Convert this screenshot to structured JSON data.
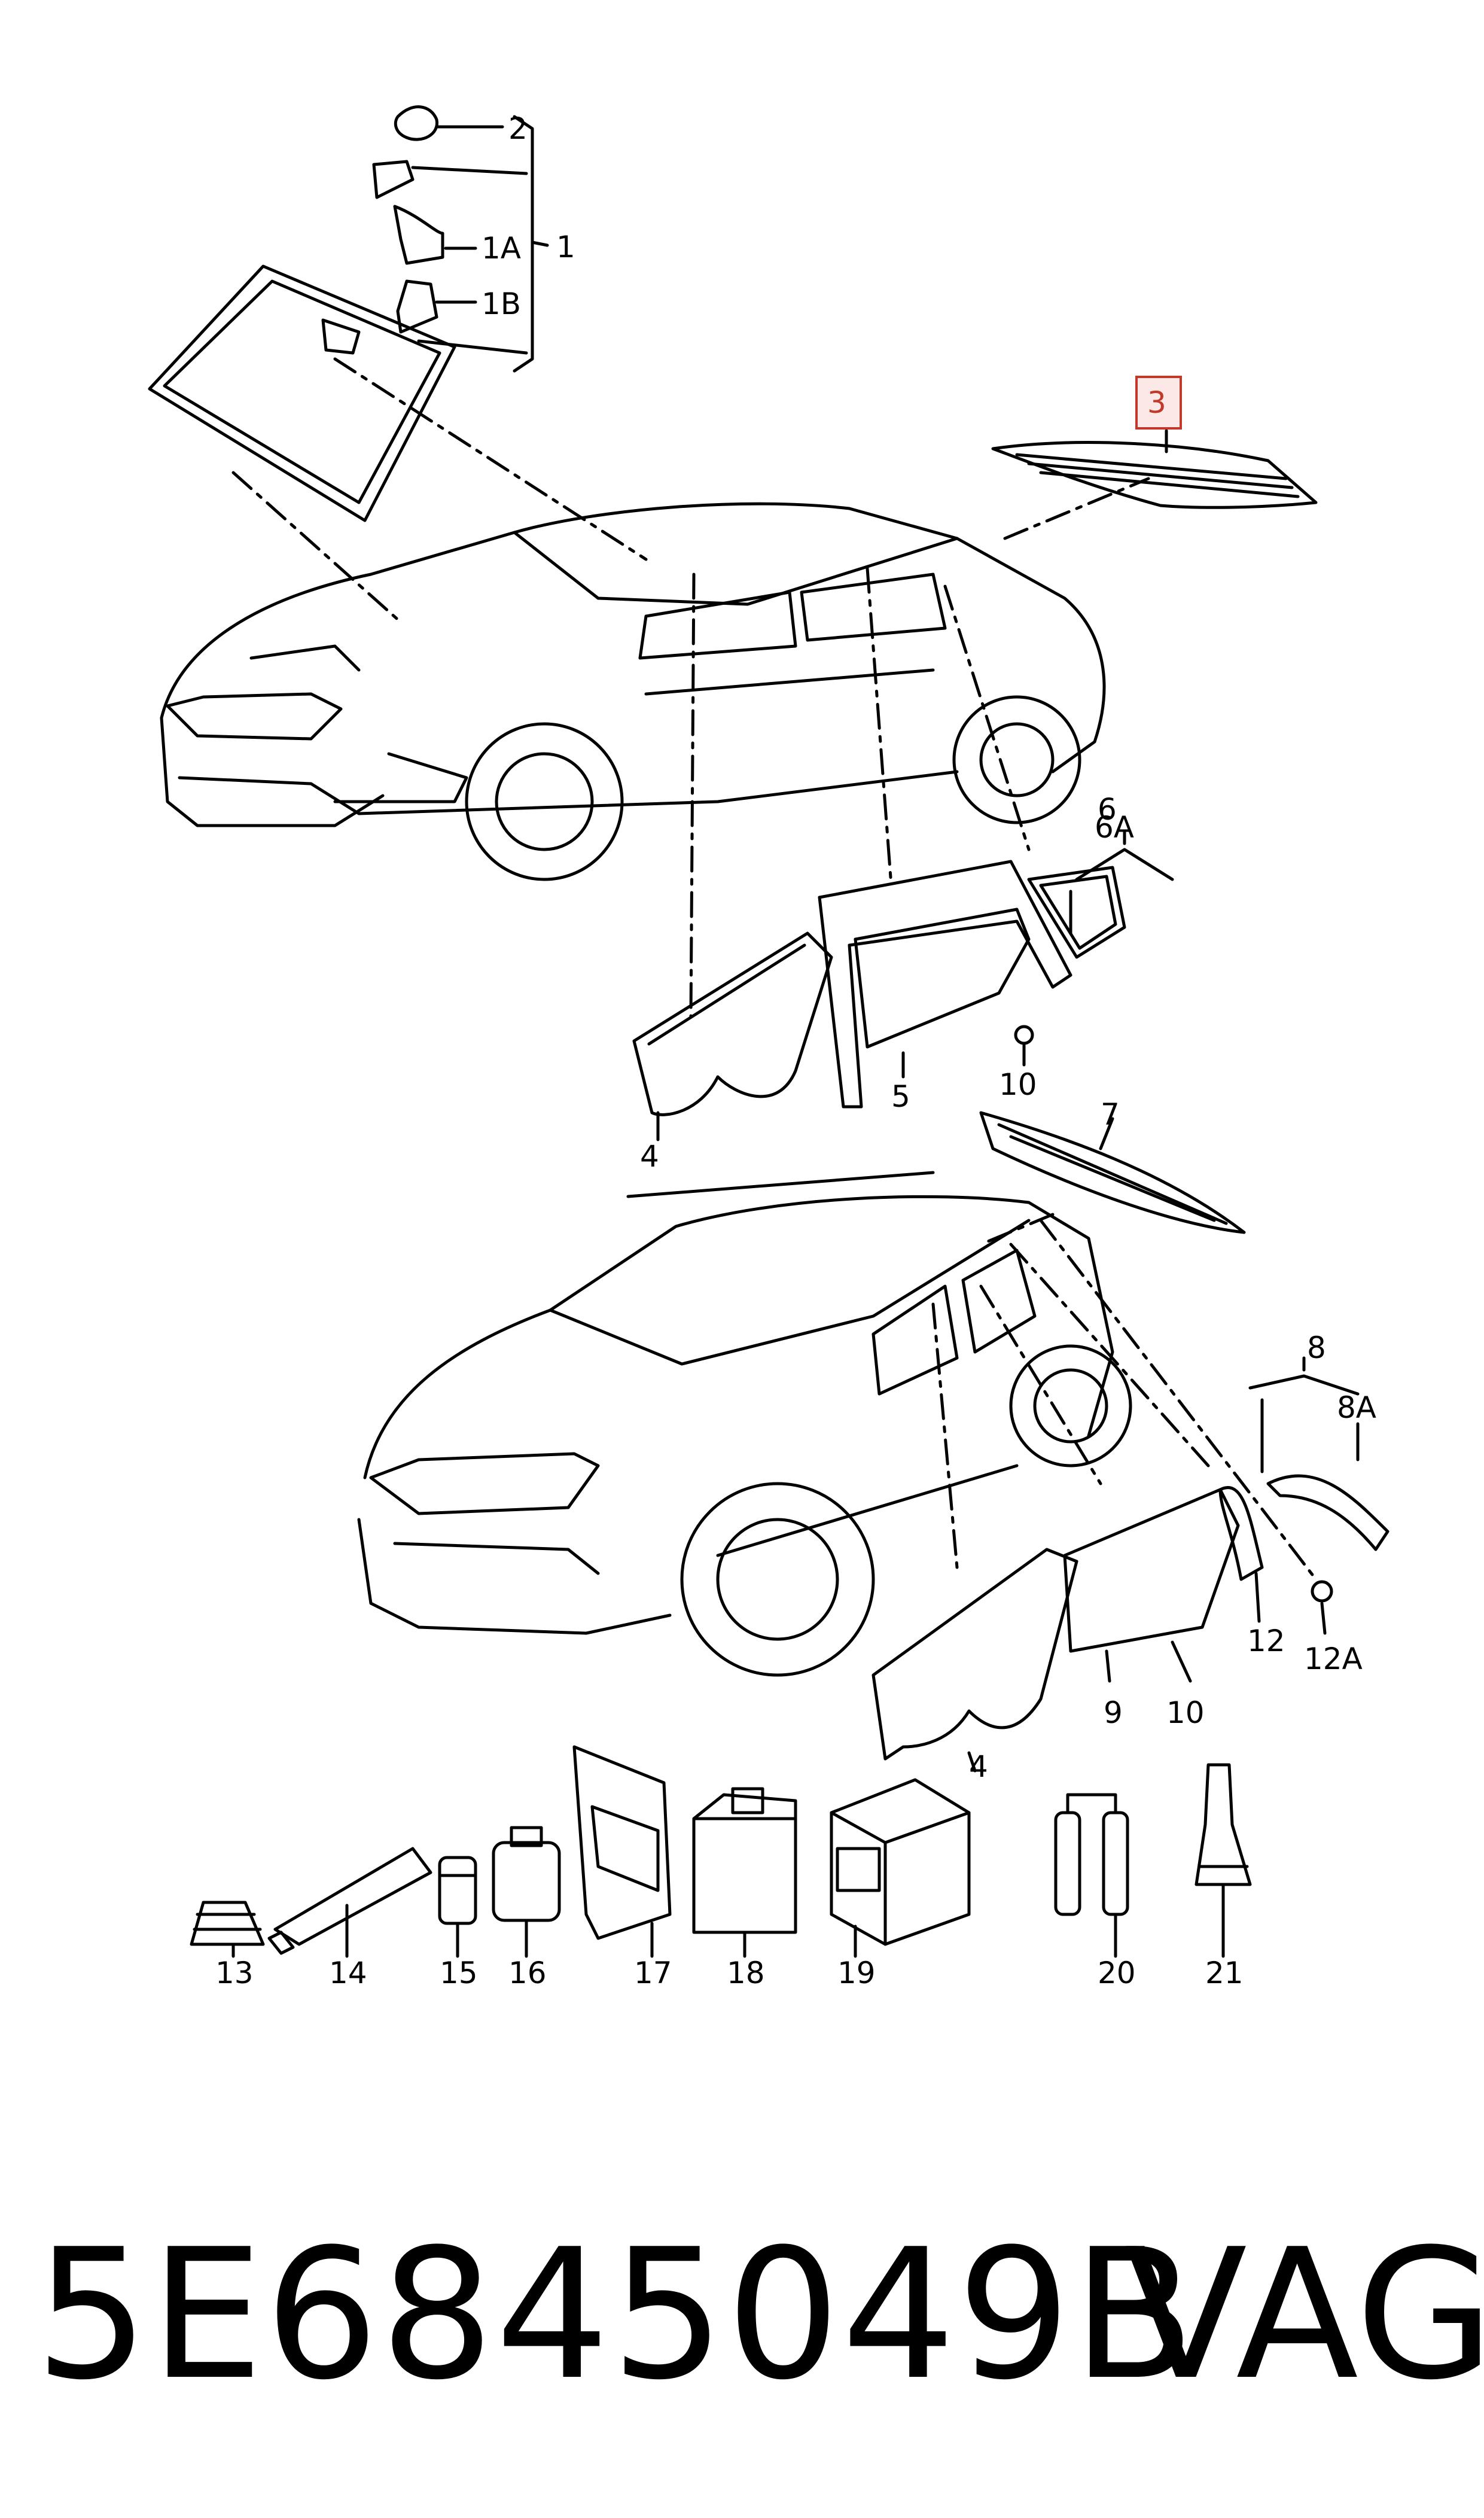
{
  "callouts": {
    "c1": "1",
    "c1A": "1A",
    "c1B": "1B",
    "c2": "2",
    "c3": "3",
    "c4a": "4",
    "c5": "5",
    "c6": "6",
    "c6A": "6A",
    "c7": "7",
    "c8": "8",
    "c8A": "8A",
    "c9": "9",
    "c10a": "10",
    "c10b": "10",
    "c12": "12",
    "c12A": "12A",
    "c4b": "4",
    "c13": "13",
    "c14": "14",
    "c15": "15",
    "c16": "16",
    "c17": "17",
    "c18": "18",
    "c19": "19",
    "c20": "20",
    "c21": "21"
  },
  "footer": {
    "part_number": "5E6845049B",
    "brand": "VAG"
  },
  "colors": {
    "line": "#000000",
    "highlight": "#c0392b",
    "highlight_fill": "#fde8e8"
  }
}
